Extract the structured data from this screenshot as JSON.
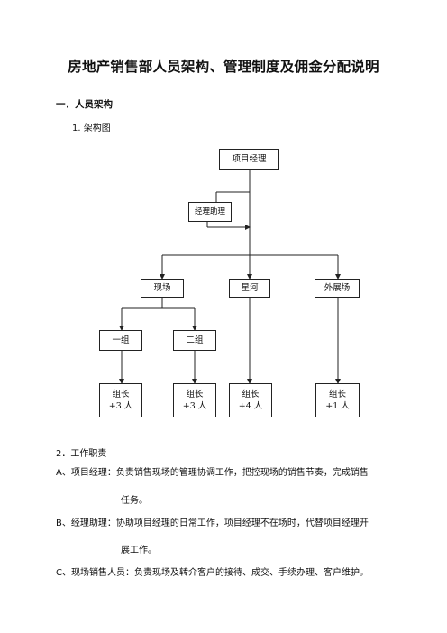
{
  "document": {
    "title": "房地产销售部人员架构、管理制度及佣金分配说明",
    "section1": "一．人员架构",
    "sub1": "1. 架构图",
    "sub2": "2．工作职责"
  },
  "org_chart": {
    "nodes": {
      "manager": "项目经理",
      "assistant": "经理助理",
      "onsite": "现场",
      "xinghe": "星河",
      "outreach": "外展场",
      "group1": "一组",
      "group2": "二组",
      "leader1_title": "组长",
      "leader1_count": "+3 人",
      "leader2_title": "组长",
      "leader2_count": "+3 人",
      "leader3_title": "组长",
      "leader3_count": "+4 人",
      "leader4_title": "组长",
      "leader4_count": "+1 人"
    }
  },
  "duties": [
    {
      "line1": "A、项目经理：负责销售现场的管理协调工作，把控现场的销售节奏，完成销售",
      "line2": "任务。"
    },
    {
      "line1": "B、经理助理：协助项目经理的日常工作，项目经理不在场时，代替项目经理开",
      "line2": "展工作。"
    },
    {
      "line1": "C、现场销售人员：负责现场及转介客户的接待、成交、手续办理、客户维护。"
    }
  ]
}
